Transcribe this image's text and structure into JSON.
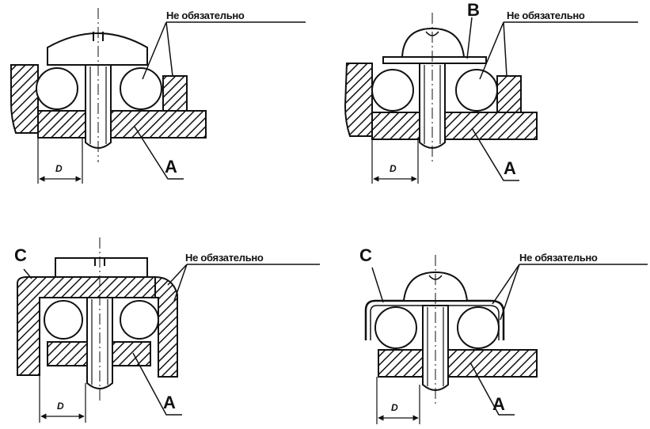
{
  "labels": {
    "optional": "Не обязательно",
    "A": "А",
    "B": "В",
    "C": "С",
    "D": "D"
  },
  "colors": {
    "ink": "#111111",
    "paper": "#ffffff"
  }
}
